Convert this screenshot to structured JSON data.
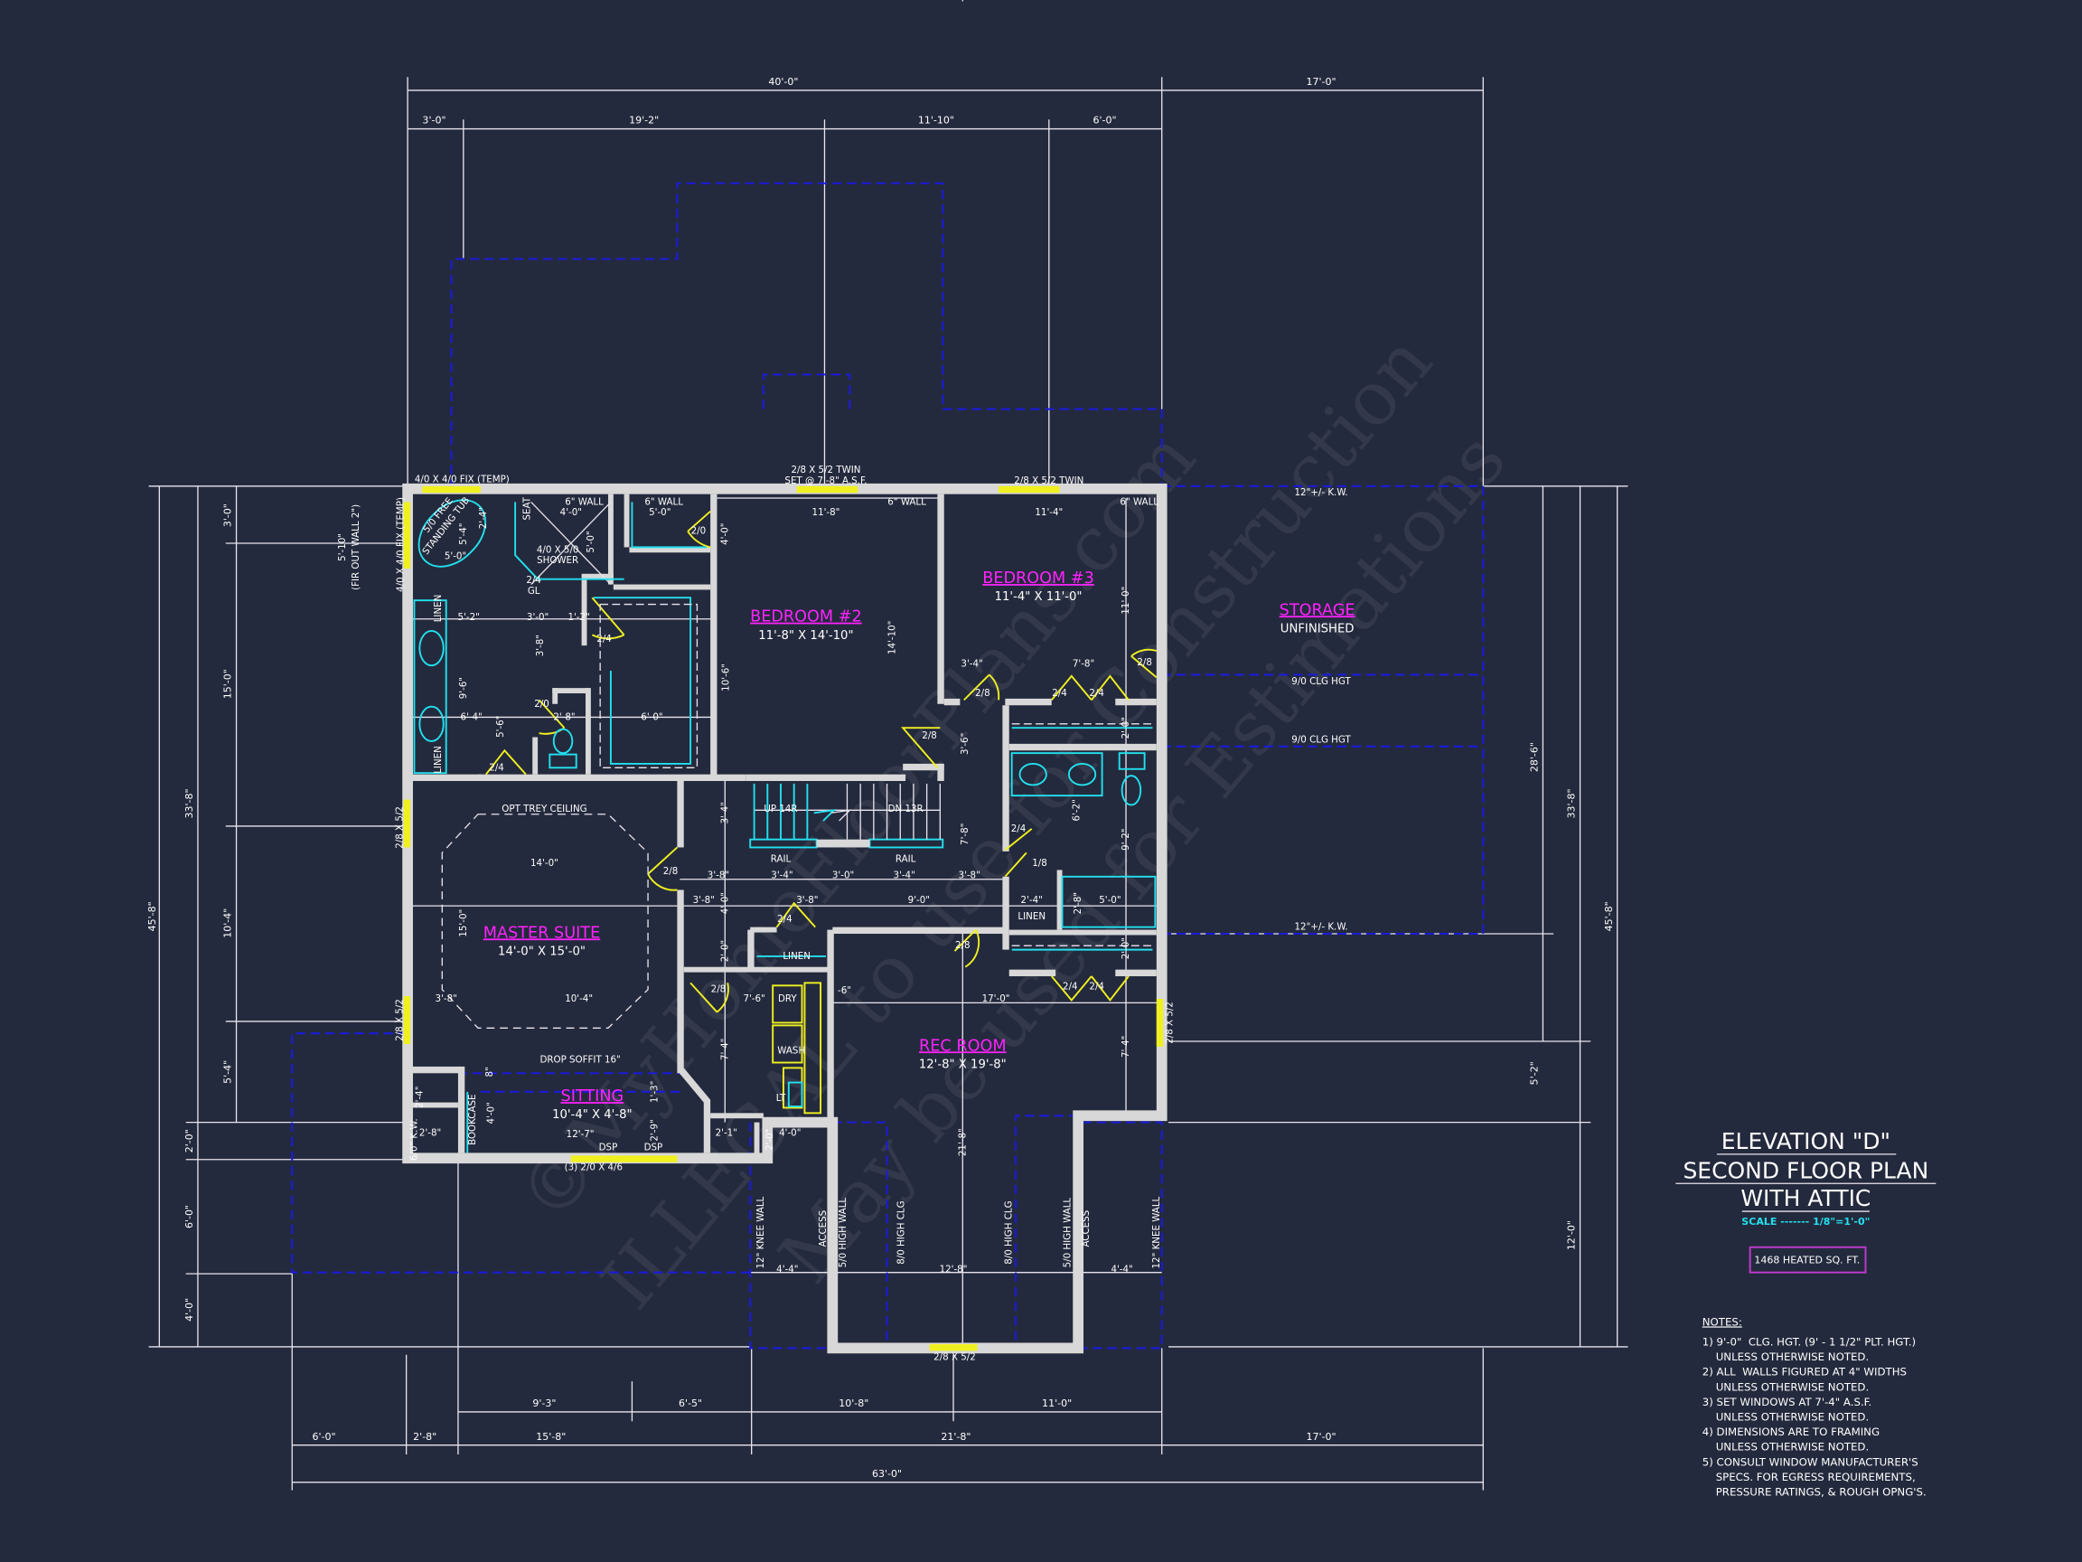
{
  "title_block": {
    "lines": [
      "ELEVATION \"D\"",
      "SECOND FLOOR PLAN",
      "WITH ATTIC"
    ],
    "scale": "SCALE ------- 1/8\"=1'-0\"",
    "heated_area": "1468 HEATED SQ. FT."
  },
  "notes": {
    "heading": "NOTES:",
    "items": [
      "1) 9'-0\"  CLG. HGT. (9' - 1 1/2\" PLT. HGT.)",
      "    UNLESS OTHERWISE NOTED.",
      "2) ALL  WALLS FIGURED AT 4\" WIDTHS",
      "    UNLESS OTHERWISE NOTED.",
      "3) SET WINDOWS AT 7'-4\" A.S.F.",
      "    UNLESS OTHERWISE NOTED.",
      "4) DIMENSIONS ARE TO FRAMING",
      "    UNLESS OTHERWISE NOTED.",
      "5) CONSULT WINDOW MANUFACTURER'S",
      "    SPECS. FOR EGRESS REQUIREMENTS,",
      "    PRESSURE RATINGS, & ROUGH OPNG'S."
    ]
  },
  "rooms": [
    {
      "name": "BEDROOM #2",
      "size": "11'-8\" X 14'-10\""
    },
    {
      "name": "BEDROOM #3",
      "size": "11'-4\" X 11'-0\""
    },
    {
      "name": "STORAGE",
      "size": "UNFINISHED"
    },
    {
      "name": "MASTER SUITE",
      "size": "14'-0\" X 15'-0\""
    },
    {
      "name": "SITTING",
      "size": "10'-4\" X 4'-8\""
    },
    {
      "name": "REC ROOM",
      "size": "12'-8\" X 19'-8\""
    }
  ],
  "dimensions": {
    "top": [
      "40'-0\"",
      "17'-0\"",
      "3'-0\"",
      "19'-2\"",
      "11'-10\"",
      "6'-0\""
    ],
    "bottom": [
      "9'-3\"",
      "6'-5\"",
      "10'-8\"",
      "11'-0\"",
      "6'-0\"",
      "2'-8\"",
      "15'-8\"",
      "21'-8\"",
      "17'-0\"",
      "63'-0\""
    ],
    "left": [
      "3'-0\"",
      "15'-0\"",
      "10'-4\"",
      "5'-4\"",
      "33'-8\"",
      "45'-8\"",
      "2'-0\"",
      "6'-0\"",
      "4'-0\""
    ],
    "right": [
      "28'-6\"",
      "33'-8\"",
      "45'-8\"",
      "5'-2\"",
      "12'-0\""
    ]
  },
  "annotations": [
    "4/0 X 4/0 FIX (TEMP)",
    "2/8 X 5/2 TWIN",
    "SET @ 7'-8\" A.S.F.",
    "2/8 X 5/2 TWIN",
    "4/0 X 4/0 FIX (TEMP)",
    "5'-10\"",
    "(FIR OUT WALL 2\")",
    "6\" WALL",
    "4'-0\"",
    "6\" WALL",
    "5'-0\"",
    "6\" WALL",
    "11'-8\"",
    "6\" WALL",
    "11'-4\"",
    "5/0 FREE",
    "STANDING TUB",
    "5'-4\"",
    "2'-4\"",
    "5'-0\"",
    "SEAT",
    "4/0 X 5/0",
    "SHOWER",
    "5'-0\"",
    "2/4",
    "GL",
    "LINEN",
    "LINEN",
    "5'-2\"",
    "3'-0\"",
    "1'-2\"",
    "3'-8\"",
    "2/4",
    "9'-6\"",
    "6'-4\"",
    "5'-6\"",
    "2/0",
    "2'-8\"",
    "6'-0\"",
    "2/4",
    "2/0",
    "4'-0\"",
    "10'-6\"",
    "14'-10\"",
    "11'-0\"",
    "3'-4\"",
    "7'-8\"",
    "2/8",
    "2/8",
    "2/4",
    "2/4",
    "2/8",
    "3'-6\"",
    "2'-0\"",
    "6'-2\"",
    "9'-2\"",
    "2/4",
    "1/8",
    "2'-4\"",
    "LINEN",
    "2'-8\"",
    "5'-0\"",
    "2'-0\"",
    "2/4",
    "2/4",
    "3'-4\"",
    "UP 14R",
    "DN 13R",
    "RAIL",
    "RAIL",
    "7'-8\"",
    "OPT TREY CEILING",
    "2/8",
    "3'-8\"",
    "3'-4\"",
    "3'-0\"",
    "3'-4\"",
    "3'-8\"",
    "3'-8\"",
    "4'-0\"",
    "3'-8\"",
    "9'-0\"",
    "2/4",
    "LINEN",
    "14'-0\"",
    "15'-0\"",
    "2'-0\"",
    "2/8",
    "7'-6\"",
    "DRY",
    "-6\"",
    "17'-0\"",
    "2/8",
    "3'-8\"",
    "10'-4\"",
    "7'-4\"",
    "WASH",
    "LT",
    "7'-4\"",
    "DROP SOFFIT 16\"",
    "8\"",
    "2'-4\"",
    "BOOKCASE",
    "4'-0\"",
    "1'-3\"",
    "12'-7\"",
    "2'-9\"",
    "2'-8\"",
    "6/0\" K.W.",
    "DSP",
    "DSP",
    "(3) 2/0 X 4/6",
    "2'-1\"",
    "4'-0\"",
    "2'-0\"",
    "21'-8\"",
    "12\" KNEE WALL",
    "ACCESS",
    "5/0 HIGH WALL",
    "8/0 HIGH CLG",
    "8/0 HIGH CLG",
    "5/0 HIGH WALL",
    "ACCESS",
    "12\" KNEE WALL",
    "4'-4\"",
    "12'-8\"",
    "4'-4\"",
    "2/8 X 5/2",
    "2/8 X 5/2",
    "2/8 X 5/2",
    "2/8 X 5/2",
    "12\"+/- K.W.",
    "9/0 CLG HGT",
    "9/0 CLG HGT",
    "12\"+/- K.W."
  ],
  "watermark": [
    "©MyHomeFloorPlans.com",
    "ILLEGAL to use for Construction",
    "May be used for Estimations"
  ],
  "colors": {
    "background": "#242a3d",
    "room_label": "#ff22ff",
    "fixture": "#22e0ee",
    "door_window": "#f0f020",
    "attic_outline": "#1a1adc",
    "wall": "#d8d8d8"
  }
}
